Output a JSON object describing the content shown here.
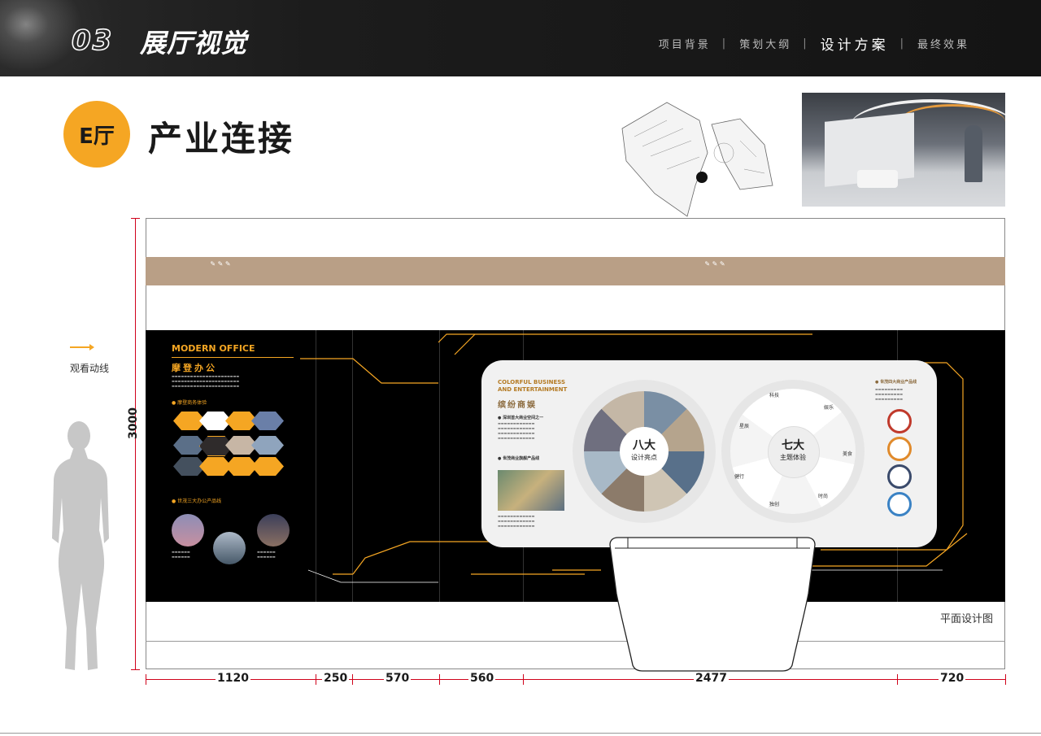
{
  "header": {
    "number": "03",
    "title": "展厅视觉",
    "nav": [
      {
        "label": "项目背景",
        "active": false
      },
      {
        "label": "策划大纲",
        "active": false
      },
      {
        "label": "设计方案",
        "active": true
      },
      {
        "label": "最终效果",
        "active": false
      }
    ]
  },
  "hall": {
    "badge": "E厅",
    "title": "产业连接"
  },
  "legend": {
    "label": "观看动线",
    "color": "#f5a623"
  },
  "plan_label": "平面设计图",
  "height_dim": "3000",
  "width_dims": [
    "1120",
    "250",
    "570",
    "560",
    "2477",
    "720"
  ],
  "left_panel": {
    "title_en": "MODERN OFFICE",
    "title_cn": "摩登办公",
    "section1": "● 摩登商务体验",
    "section2": "● 世茂三大办公产品线"
  },
  "center_panel": {
    "title_en": "COLORFUL BUSINESS AND ENTERTAINMENT",
    "title_cn": "缤纷商娱",
    "sub1": "● 深圳首大商业空间之一",
    "sub2": "● 世茂商业旗舰产品线",
    "wheel1_center": [
      "八大",
      "设计亮点"
    ],
    "wheel2_center": [
      "七大",
      "主题体验"
    ],
    "wheel2_labels": [
      "科技",
      "娱乐",
      "美食",
      "时尚",
      "独创",
      "健行",
      "星辰"
    ],
    "right_sub": "● 世茂四大商业产品线"
  },
  "colors": {
    "accent": "#f5a623",
    "band": "#b99f86",
    "dimension": "#d0021b"
  }
}
